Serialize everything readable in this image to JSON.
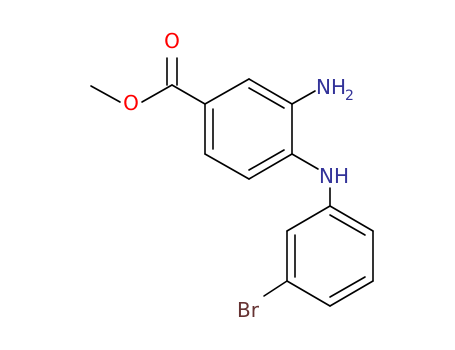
{
  "structure": {
    "atom_labels": {
      "carbonyl_oxygen": "O",
      "ester_oxygen": "O",
      "amine_nitrogen": "NH",
      "amine_subscript": "2",
      "bridge_nh": "NH",
      "bromine": "Br"
    }
  },
  "colors": {
    "bond": "#000000",
    "oxygen": "#ff0000",
    "nitrogen": "#333399",
    "bromine": "#663333",
    "background": "#ffffff"
  }
}
